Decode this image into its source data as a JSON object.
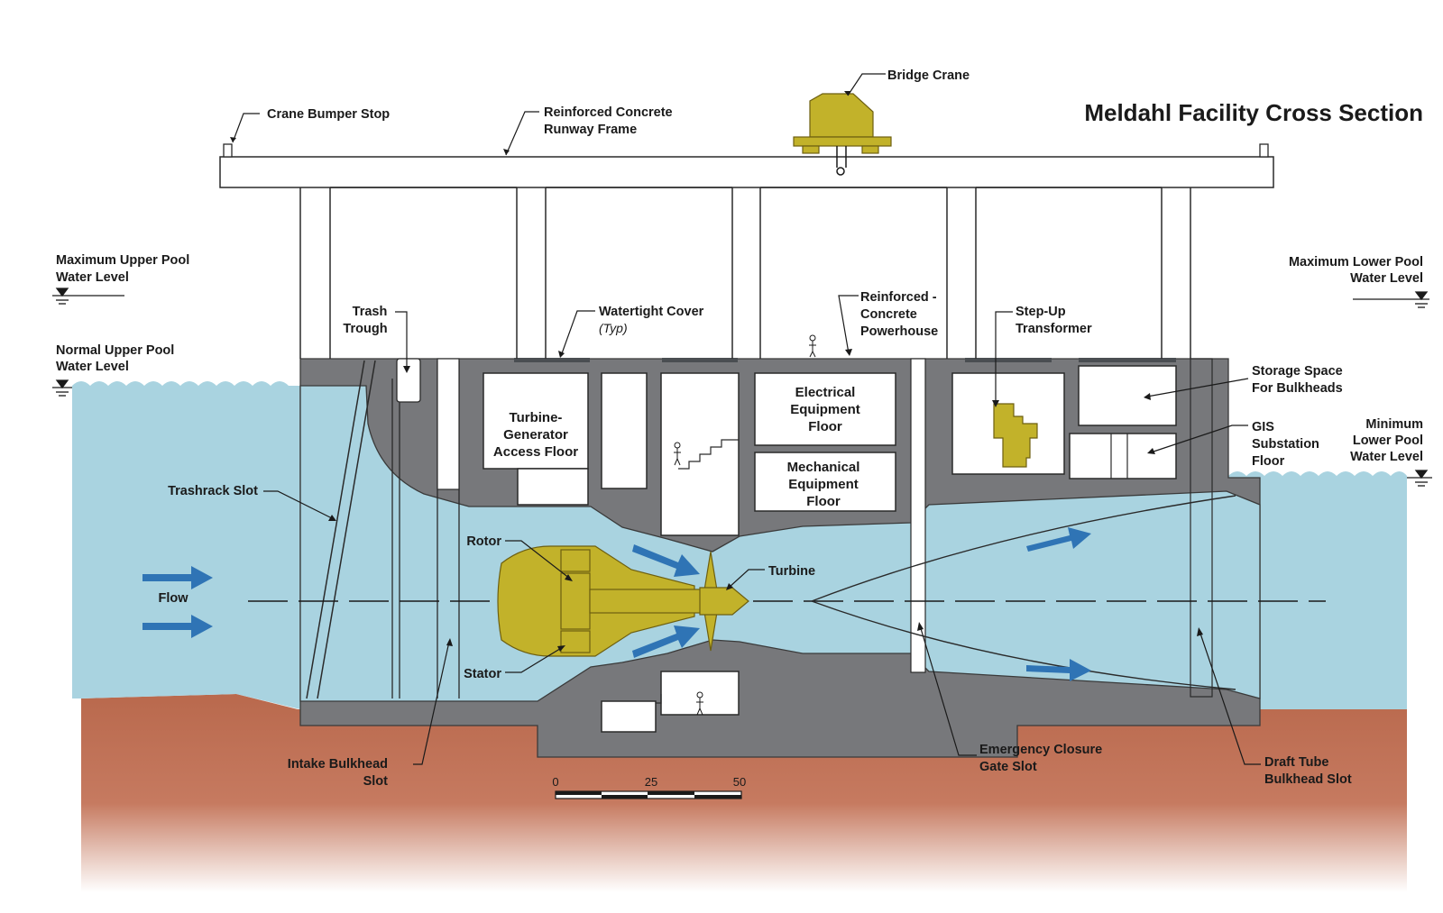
{
  "title": "Meldahl Facility Cross Section",
  "labels": {
    "bridge_crane": "Bridge Crane",
    "crane_bumper_stop": "Crane Bumper Stop",
    "runway_frame_1": "Reinforced Concrete",
    "runway_frame_2": "Runway Frame",
    "max_upper_pool_1": "Maximum Upper Pool",
    "max_upper_pool_2": "Water Level",
    "normal_upper_pool_1": "Normal Upper Pool",
    "normal_upper_pool_2": "Water Level",
    "max_lower_pool_1": "Maximum Lower Pool",
    "max_lower_pool_2": "Water Level",
    "min_lower_pool_1": "Minimum",
    "min_lower_pool_2": "Lower Pool",
    "min_lower_pool_3": "Water Level",
    "trash_trough_1": "Trash",
    "trash_trough_2": "Trough",
    "watertight_cover": "Watertight Cover",
    "watertight_cover_typ": "(Typ)",
    "powerhouse_1": "Reinforced -",
    "powerhouse_2": "Concrete",
    "powerhouse_3": "Powerhouse",
    "step_up_1": "Step-Up",
    "step_up_2": "Transformer",
    "storage_1": "Storage Space",
    "storage_2": "For Bulkheads",
    "gis_1": "GIS",
    "gis_2": "Substation",
    "gis_3": "Floor",
    "tg_access_1": "Turbine-",
    "tg_access_2": "Generator",
    "tg_access_3": "Access Floor",
    "electrical_1": "Electrical",
    "electrical_2": "Equipment",
    "electrical_3": "Floor",
    "mechanical_1": "Mechanical",
    "mechanical_2": "Equipment",
    "mechanical_3": "Floor",
    "trashrack_slot": "Trashrack Slot",
    "flow": "Flow",
    "rotor": "Rotor",
    "stator": "Stator",
    "turbine": "Turbine",
    "intake_bulkhead_1": "Intake Bulkhead",
    "intake_bulkhead_2": "Slot",
    "emergency_gate_1": "Emergency Closure",
    "emergency_gate_2": "Gate Slot",
    "draft_tube_1": "Draft Tube",
    "draft_tube_2": "Bulkhead Slot"
  },
  "scale_bar": {
    "ticks": [
      "0",
      "25",
      "50"
    ]
  },
  "colors": {
    "water": "#a9d3e0",
    "concrete": "#77787b",
    "equipment": "#c2b22a",
    "ground": "#b9694d",
    "flow_arrow": "#2f74b5"
  }
}
